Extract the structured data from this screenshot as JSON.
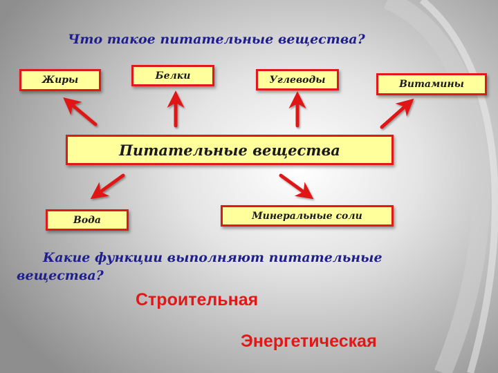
{
  "question_what": "Что такое питательные вещества?",
  "central": "Питательные вещества",
  "nutrients": {
    "fats": "Жиры",
    "proteins": "Белки",
    "carbs": "Углеводы",
    "vitamins": "Витамины",
    "water": "Вода",
    "minerals": "Минеральные соли"
  },
  "question_functions": "Какие функции выполняют питательные вещества?",
  "functions": {
    "building": "Строительная",
    "energy": "Энергетическая"
  },
  "colors": {
    "box_fill": "#ffff9c",
    "box_border": "#e01818",
    "arrow": "#e01818",
    "question_text": "#1f1f8c",
    "function_text": "#e01818"
  }
}
